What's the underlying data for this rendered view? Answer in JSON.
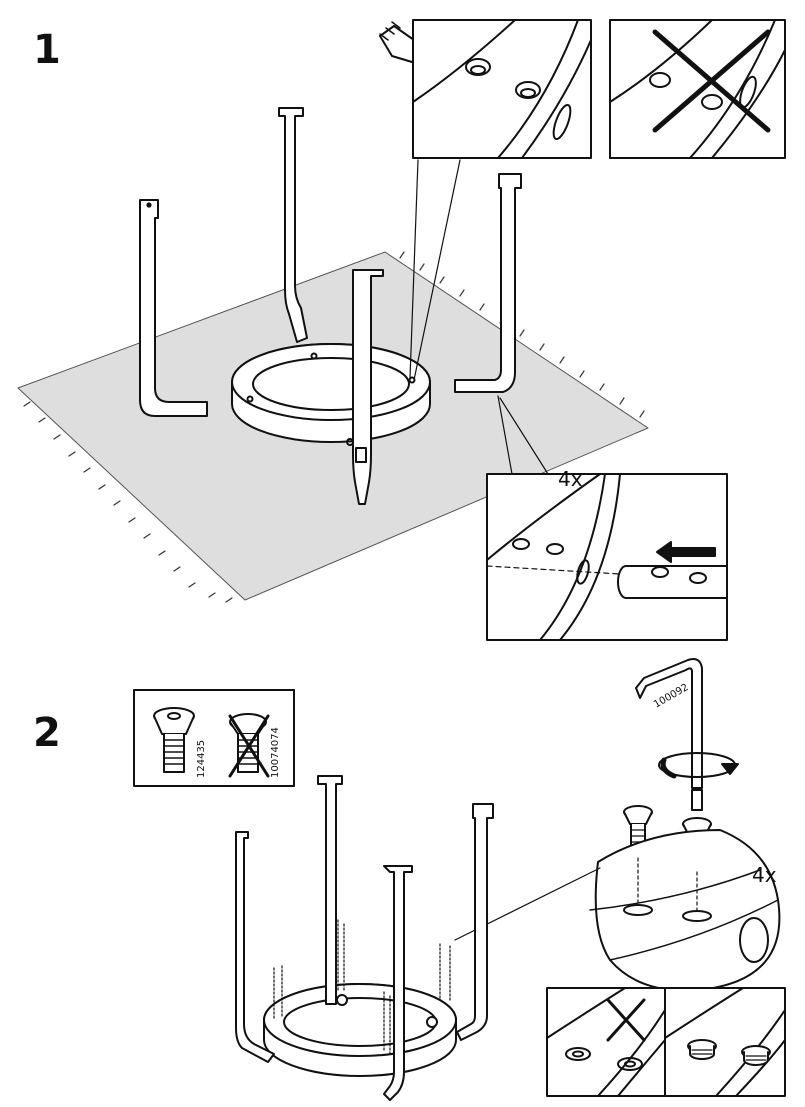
{
  "steps": [
    {
      "number": "1",
      "detail": {
        "quantity": "4x"
      }
    },
    {
      "number": "2",
      "screws": {
        "correct_id": "124435",
        "wrong_id": "10074074"
      },
      "tool": {
        "id": "100092"
      },
      "detail": {
        "quantity": "4x",
        "screw_id": "124435"
      }
    }
  ],
  "colors": {
    "line": "#111111",
    "mat": "#dedede",
    "paper": "#ffffff"
  }
}
